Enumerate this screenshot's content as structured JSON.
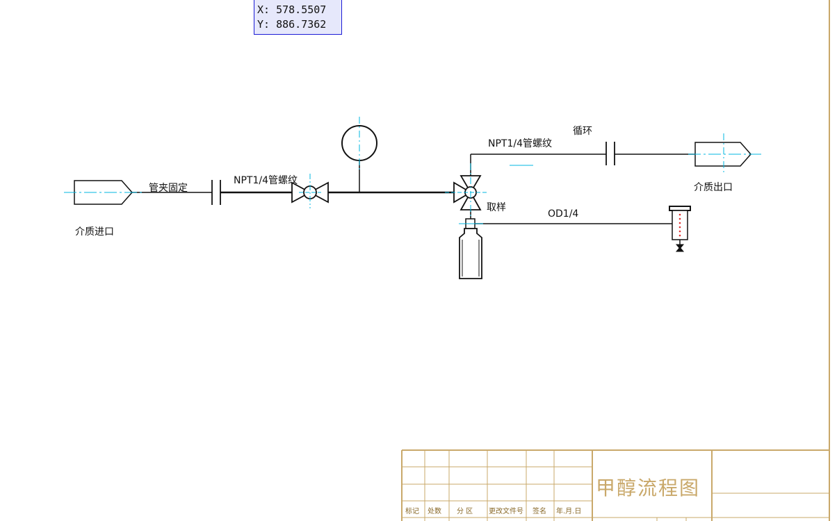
{
  "coordinates": {
    "x_label": "X: 578.5507",
    "y_label": "Y: 886.7362"
  },
  "labels": {
    "inlet": "介质进口",
    "outlet": "介质出口",
    "pipe_clamp": "管夹固定",
    "npt_left": "NPT1/4管螺纹",
    "npt_top": "NPT1/4管螺纹",
    "circulation": "循环",
    "sampling": "取样",
    "od": "OD1/4"
  },
  "title_block": {
    "title": "甲醇流程图",
    "col_mark": "标记",
    "col_count": "处数",
    "col_zone": "分 区",
    "col_doc": "更改文件号",
    "col_sign": "签名",
    "col_date": "年.月.日"
  },
  "colors": {
    "line": "#111111",
    "centerline": "#00b7e0",
    "title_block": "#c9a86a",
    "coord_border": "#1b1bd6",
    "coord_bg": "#e6e8fb",
    "heater_dots": "#e03030"
  }
}
